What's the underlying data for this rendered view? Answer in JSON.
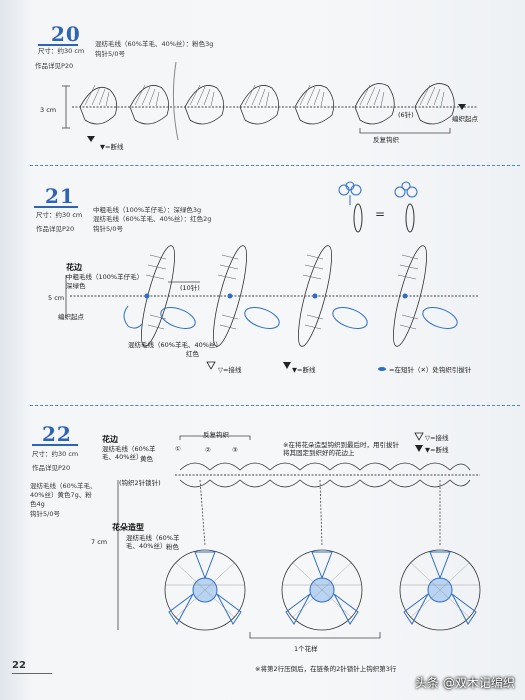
{
  "page_number": "22",
  "watermark": {
    "brand": "头条",
    "handle": "@双木记编织"
  },
  "s20": {
    "number": "20",
    "size": "尺寸：约30 cm",
    "ref": "作品详见P20",
    "yarn1": "混纺毛线（60%羊毛、40%丝）：粉色3g",
    "hook": "钩针5/0号",
    "dim": "3 cm",
    "cut": "▼=断线",
    "stitches": "(6针)",
    "repeat": "反复钩织",
    "start": "编织起点"
  },
  "s21": {
    "number": "21",
    "size": "尺寸：约30 cm",
    "ref": "作品详见P20",
    "yarn1": "中粗毛线（100%羊仔毛）：深绿色3g",
    "yarn2": "混纺毛线（60%羊毛、40%丝）：红色2g",
    "hook": "钩针5/0号",
    "flower_edge": "花边",
    "flower_edge_yarn": "中粗毛线（100%羊仔毛）",
    "flower_edge_color": "深绿色",
    "stitches": "(10针)",
    "dim": "5 cm",
    "start": "编织起点",
    "leaf_yarn": "混纺毛线（60%羊毛、40%丝）",
    "leaf_color": "红色",
    "join": "▽=接线",
    "cut": "▼=断线",
    "legend": "=在短针（✕）处钩织引拔针"
  },
  "s22": {
    "number": "22",
    "size": "尺寸：约30 cm",
    "ref": "作品详见P20",
    "yarn1": "混纺毛线（60%羊毛、40%丝）黄色7g、粉色4g",
    "hook": "钩针5/0号",
    "flower_edge": "花边",
    "flower_edge_yarn": "混纺毛线（60%羊毛、40%丝）",
    "flower_edge_color": "黄色",
    "repeat": "反复钩织",
    "marks": [
      "①",
      "②",
      "③"
    ],
    "chain": "(钩织2针锁针)",
    "join": "▽=接线",
    "cut": "▼=断线",
    "note": "※在将花朵造型钩织到最后时，用引拔针将其固定到织好的花边上",
    "flower_shape": "花朵造型",
    "flower_yarn": "混纺毛线（60%羊毛、40%丝）",
    "flower_color": "粉色",
    "dim": "7 cm",
    "pattern": "1个花样",
    "footnote": "※将第2行压倒后，在链条的2针锁针上钩织第3行"
  }
}
